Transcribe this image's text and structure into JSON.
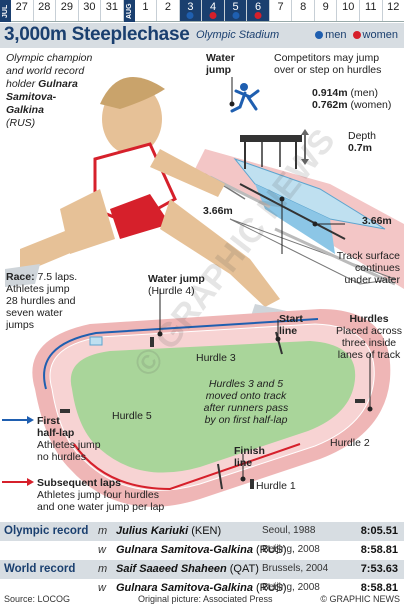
{
  "calendar": {
    "months": [
      "JUL",
      "AUG"
    ],
    "days": [
      "27",
      "28",
      "29",
      "30",
      "31",
      "1",
      "2",
      "3",
      "4",
      "5",
      "6",
      "7",
      "8",
      "9",
      "10",
      "11",
      "12"
    ],
    "active_days": [
      "3",
      "4",
      "5",
      "6"
    ],
    "colors": {
      "men": "#1f5fb0",
      "women": "#d6202b",
      "active_bg": "#1a3f6f"
    }
  },
  "header": {
    "title": "3,000m Steeplechase",
    "venue": "Olympic Stadium",
    "legend_men": "men",
    "legend_women": "women"
  },
  "intro": {
    "line1": "Olympic champion",
    "line2": "and world record",
    "line3_prefix": "holder",
    "line3_name": "Gulnara",
    "line4": "Samitova-",
    "line5": "Galkina",
    "line6": "(RUS)"
  },
  "water_jump_top": {
    "title1": "Water",
    "title2": "jump"
  },
  "competitors": {
    "line1": "Competitors may jump",
    "line2": "over or step on hurdles"
  },
  "heights": {
    "men": "0.914m",
    "men_label": "(men)",
    "women": "0.762m",
    "women_label": "(women)"
  },
  "depth": {
    "label": "Depth",
    "value": "0.7m"
  },
  "widths": {
    "left": "3.66m",
    "right": "3.66m"
  },
  "track_surface": {
    "line1": "Track surface",
    "line2": "continues",
    "line3": "under water"
  },
  "race": {
    "label": "Race:",
    "line1": " 7.5 laps.",
    "line2": "Athletes jump",
    "line3": "28 hurdles and",
    "line4": "seven water",
    "line5": "jumps"
  },
  "water_jump_track": {
    "title": "Water jump",
    "sub": "(Hurdle 4)"
  },
  "start_line": {
    "l1": "Start",
    "l2": "line"
  },
  "finish_line": {
    "l1": "Finish",
    "l2": "line"
  },
  "hurdles_note": {
    "title": "Hurdles",
    "l1": "Placed across",
    "l2": "three inside",
    "l3": "lanes of track"
  },
  "hurdle_labels": {
    "h1": "Hurdle 1",
    "h2": "Hurdle 2",
    "h3": "Hurdle 3",
    "h5": "Hurdle 5"
  },
  "moved_note": {
    "l1": "Hurdles 3 and 5",
    "l2": "moved onto track",
    "l3": "after runners pass",
    "l4": "by on first half-lap"
  },
  "first_half": {
    "title1": "First",
    "title2": "half-lap",
    "l1": "Athletes jump",
    "l2": "no hurdles"
  },
  "subsequent": {
    "title": "Subsequent laps",
    "l1": "Athletes jump four hurdles",
    "l2": "and one water jump per lap"
  },
  "watermark": "© GRAPHIC NEWS",
  "records": [
    {
      "type": "Olympic record",
      "sex": "m",
      "name": "Julius Kariuki",
      "country": "(KEN)",
      "place": "Seoul, 1988",
      "time": "8:05.51"
    },
    {
      "type": "",
      "sex": "w",
      "name": "Gulnara Samitova-Galkina",
      "country": "(RUS)",
      "place": "Beijing, 2008",
      "time": "8:58.81"
    },
    {
      "type": "World record",
      "sex": "m",
      "name": "Saif Saaeed Shaheen",
      "country": "(QAT)",
      "place": "Brussels, 2004",
      "time": "7:53.63"
    },
    {
      "type": "",
      "sex": "w",
      "name": "Gulnara Samitova-Galkina",
      "country": "(RUS)",
      "place": "Beijing, 2008",
      "time": "8:58.81"
    }
  ],
  "footer": {
    "source": "Source: LOCOG",
    "picture": "Original picture: Associated Press",
    "credit": "© GRAPHIC NEWS"
  }
}
